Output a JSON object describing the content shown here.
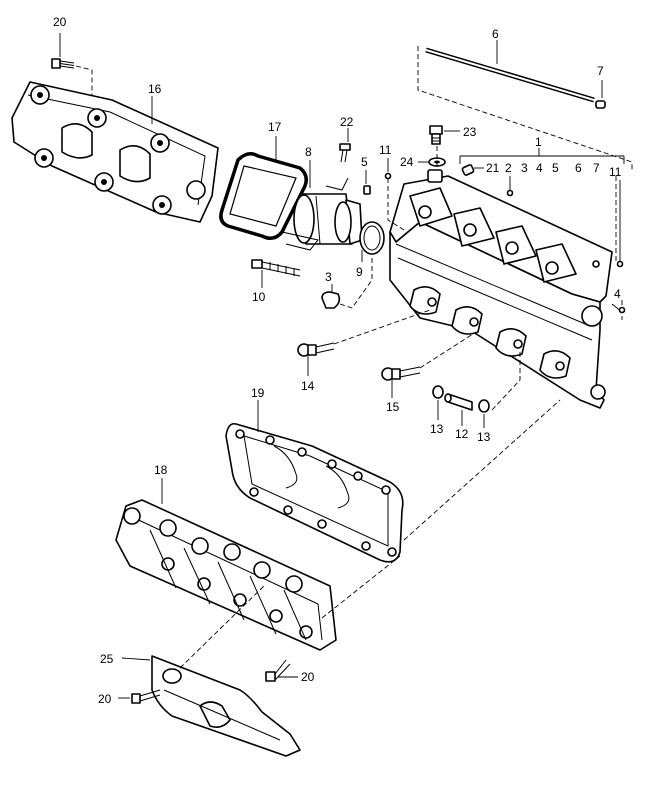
{
  "callouts": [
    {
      "key": "c20a",
      "text": "20"
    },
    {
      "key": "c16",
      "text": "16"
    },
    {
      "key": "c17",
      "text": "17"
    },
    {
      "key": "c8",
      "text": "8"
    },
    {
      "key": "c22",
      "text": "22"
    },
    {
      "key": "c6top",
      "text": "6"
    },
    {
      "key": "c7top",
      "text": "7"
    },
    {
      "key": "c23",
      "text": "23"
    },
    {
      "key": "c24",
      "text": "24"
    },
    {
      "key": "c21",
      "text": "21"
    },
    {
      "key": "c11a",
      "text": "11"
    },
    {
      "key": "c5a",
      "text": "5"
    },
    {
      "key": "c1",
      "text": "1"
    },
    {
      "key": "c2",
      "text": "2"
    },
    {
      "key": "c3a",
      "text": "3"
    },
    {
      "key": "c4a",
      "text": "4"
    },
    {
      "key": "c5b",
      "text": "5"
    },
    {
      "key": "c6b",
      "text": "6"
    },
    {
      "key": "c7b",
      "text": "7"
    },
    {
      "key": "c11b",
      "text": "11"
    },
    {
      "key": "c9",
      "text": "9"
    },
    {
      "key": "c3b",
      "text": "3"
    },
    {
      "key": "c10",
      "text": "10"
    },
    {
      "key": "c4b",
      "text": "4"
    },
    {
      "key": "c14",
      "text": "14"
    },
    {
      "key": "c15",
      "text": "15"
    },
    {
      "key": "c13a",
      "text": "13"
    },
    {
      "key": "c12",
      "text": "12"
    },
    {
      "key": "c13b",
      "text": "13"
    },
    {
      "key": "c19",
      "text": "19"
    },
    {
      "key": "c18",
      "text": "18"
    },
    {
      "key": "c25",
      "text": "25"
    },
    {
      "key": "c20b",
      "text": "20"
    },
    {
      "key": "c20c",
      "text": "20"
    }
  ]
}
